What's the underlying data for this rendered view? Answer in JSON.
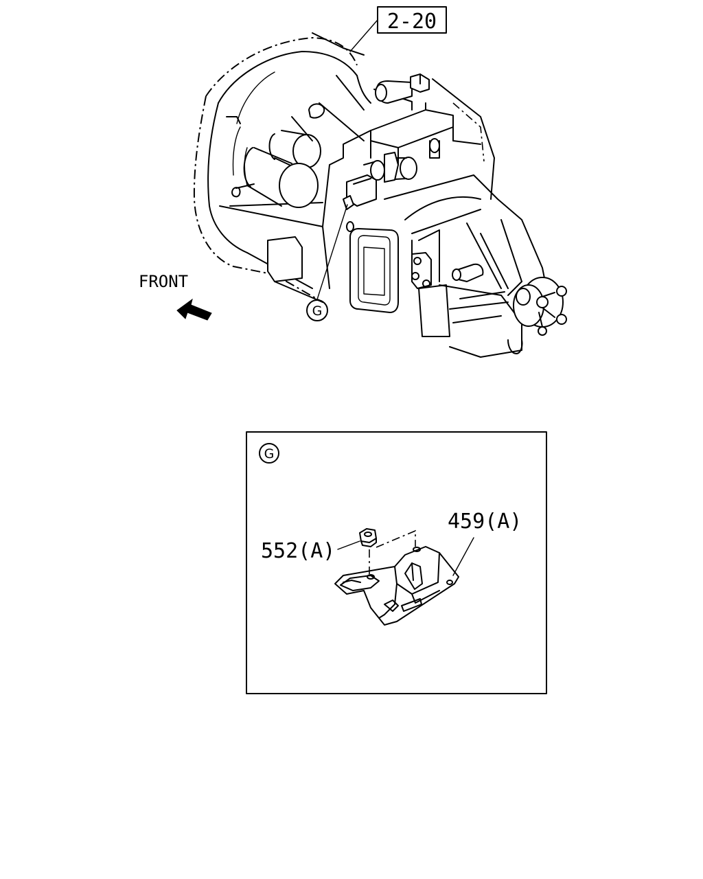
{
  "reference_box": {
    "text": "2-20"
  },
  "front_label": {
    "text": "FRONT"
  },
  "callout_main": {
    "text": "G"
  },
  "detail": {
    "callout": "G",
    "part_nut": "552(A)",
    "part_bracket": "459(A)"
  }
}
